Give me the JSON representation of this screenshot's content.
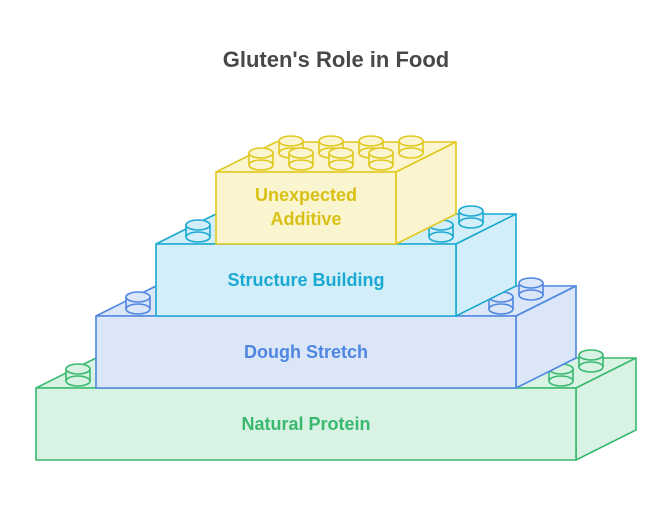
{
  "title": "Gluten's Role in Food",
  "layers": [
    {
      "id": "natural-protein",
      "label_lines": [
        "Natural Protein"
      ],
      "stroke": "#39b96f",
      "fill": "#d8f2e3",
      "side": "#d8f2e3",
      "text": "#39b96f"
    },
    {
      "id": "dough-stretch",
      "label_lines": [
        "Dough Stretch"
      ],
      "stroke": "#4f86e0",
      "fill": "#dbe6f9",
      "side": "#dbe6f9",
      "text": "#4f86e0"
    },
    {
      "id": "structure-building",
      "label_lines": [
        "Structure Building"
      ],
      "stroke": "#1aa9d2",
      "fill": "#d2eef8",
      "side": "#d2eef8",
      "text": "#1aa9d2"
    },
    {
      "id": "unexpected-additive",
      "label_lines": [
        "Unexpected",
        "Additive"
      ],
      "stroke": "#e1c81e",
      "fill": "#faf5cf",
      "side": "#faf5cf",
      "text": "#d9c014"
    }
  ]
}
